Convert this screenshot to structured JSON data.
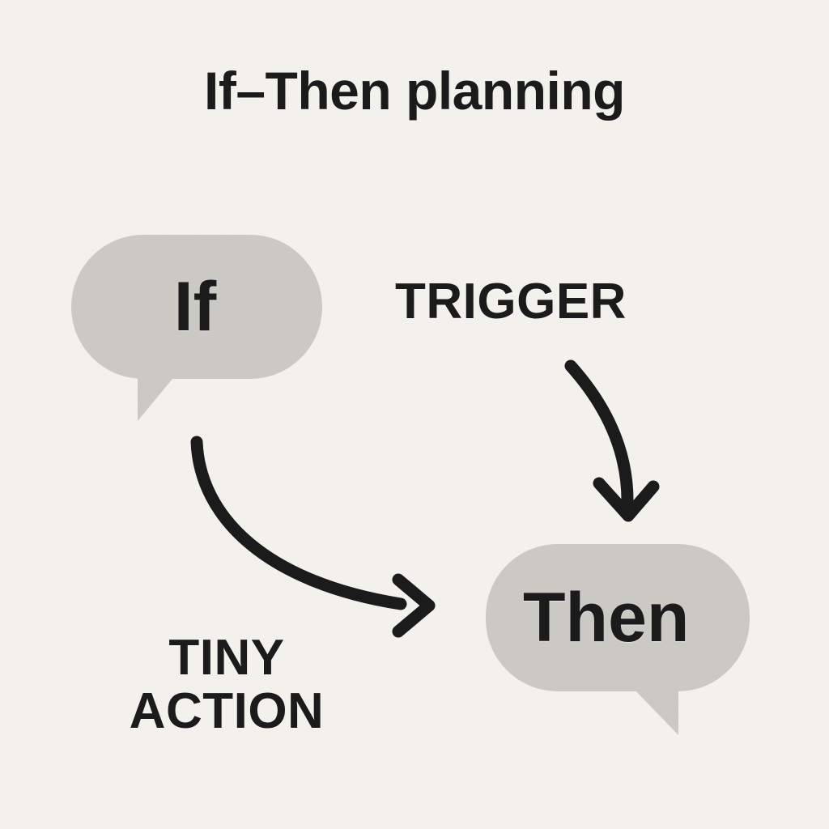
{
  "page": {
    "title": "If–Then planning",
    "background_color": "#f3f1ec",
    "ink_color": "#1b1b1b",
    "bubble_color": "#cbc9c4"
  },
  "bubbles": [
    {
      "id": "if",
      "label": "If",
      "tail": "bottom-left"
    },
    {
      "id": "then",
      "label": "Then",
      "tail": "bottom-right"
    }
  ],
  "captions": {
    "trigger": "TRIGGER",
    "tiny_action_line1": "TINY",
    "tiny_action_line2": "ACTION"
  },
  "arrows": [
    {
      "id": "trigger-arrow",
      "from": "TRIGGER",
      "to": "Then bubble",
      "direction": "down"
    },
    {
      "id": "tiny-action-arrow",
      "from": "If bubble",
      "to": "Then bubble",
      "direction": "right"
    }
  ]
}
